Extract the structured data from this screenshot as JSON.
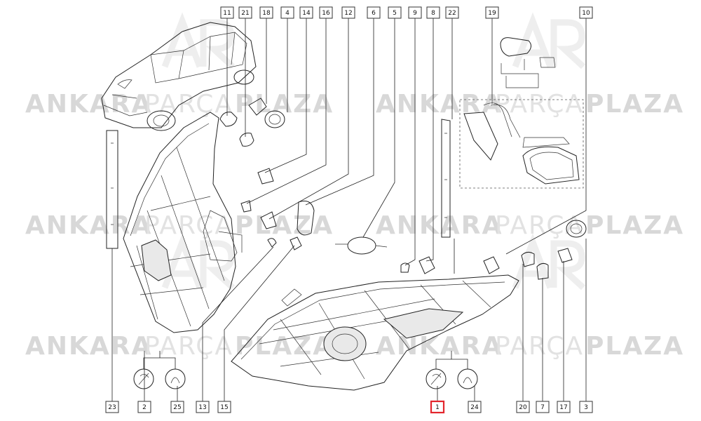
{
  "watermark": {
    "line": [
      {
        "word1": "ANKARA",
        "word2": "PARÇA",
        "word3": "PLAZA"
      },
      {
        "word1": "ANKARA",
        "word2": "PARÇA",
        "word3": "PLAZA"
      },
      {
        "word1": "ANKARA",
        "word2": "PARÇA",
        "word3": "PLAZA"
      }
    ]
  },
  "callouts_top": [
    "11",
    "21",
    "18",
    "4",
    "14",
    "16",
    "12",
    "6",
    "5",
    "9",
    "8",
    "22",
    "19",
    "10"
  ],
  "callouts_bottom": [
    "23",
    "2",
    "25",
    "13",
    "15",
    "1",
    "24",
    "20",
    "7",
    "17",
    "3"
  ],
  "highlighted_callout": "1",
  "colors": {
    "highlight": "#e3262d",
    "line": "#222222",
    "watermark": "#d8d8d8"
  }
}
